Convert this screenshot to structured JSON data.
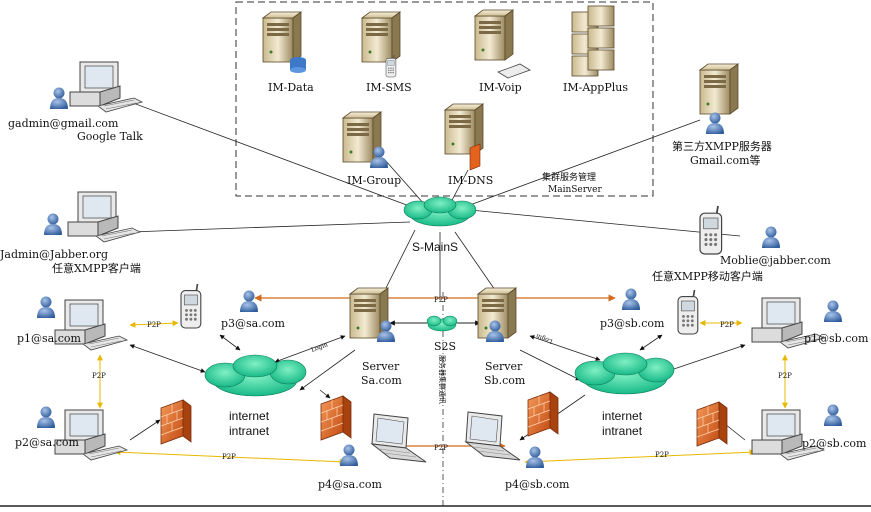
{
  "servers": {
    "im_data": "IM-Data",
    "im_sms": "IM-SMS",
    "im_voip": "IM-Voip",
    "im_appplus": "IM-AppPlus",
    "im_group": "IM-Group",
    "im_dns": "IM-DNS"
  },
  "cluster_label": {
    "line1": "集群服务管理",
    "line2": "MainServer"
  },
  "main_cloud": "S-MainS",
  "third_party": {
    "line1": "第三方XMPP服务器",
    "line2": "Gmail.com等"
  },
  "google": {
    "user": "gadmin@gmail.com",
    "app": "Google Talk"
  },
  "jabber": {
    "user": "Jadmin@Jabber.org",
    "app": "任意XMPP客户端"
  },
  "mobile": {
    "user": "Moblie@jabber.com",
    "app": "任意XMPP移动客户端"
  },
  "server_a": {
    "line1": "Server",
    "line2": "Sa.com"
  },
  "server_b": {
    "line1": "Server",
    "line2": "Sb.com"
  },
  "s2s": "S2S",
  "vertical_note": "服务器集群通讯",
  "login": "Login",
  "p2p": "P2P",
  "net_a": {
    "line1": "internet",
    "line2": "intranet"
  },
  "net_b": {
    "line1": "internet",
    "line2": "intranet"
  },
  "users_a": {
    "p1": "p1@sa.com",
    "p2": "p2@sa.com",
    "p3": "p3@sa.com",
    "p4": "p4@sa.com"
  },
  "users_b": {
    "p1": "p1@sb.com",
    "p2": "p2@sb.com",
    "p3": "p3@sb.com",
    "p4": "p4@sb.com"
  }
}
